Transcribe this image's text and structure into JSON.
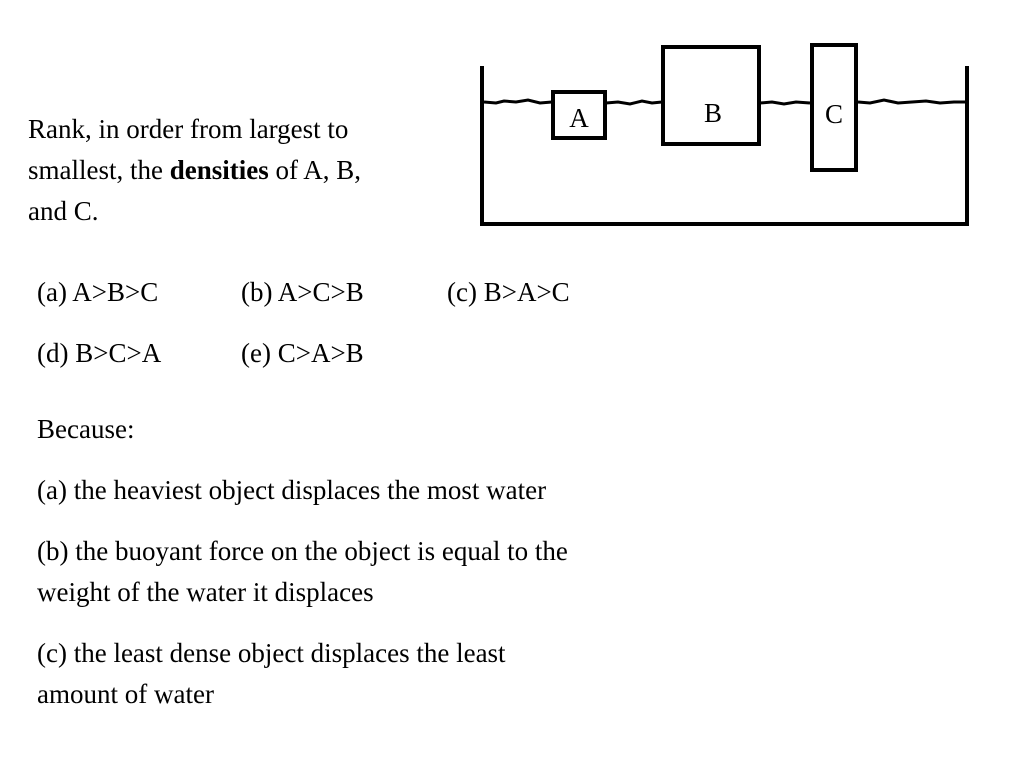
{
  "question": {
    "line1": "Rank, in order from largest to",
    "line2_before": "smallest, the ",
    "line2_bold": "densities",
    "line2_after": " of A, B,",
    "line3": "and C."
  },
  "diagram": {
    "labels": {
      "a": "A",
      "b": "B",
      "c": "C"
    }
  },
  "answers": [
    "(a) A>B>C",
    "(b) A>C>B",
    "(c) B>A>C",
    "(d) B>C>A",
    "(e) C>A>B"
  ],
  "because": {
    "heading": "Because:",
    "reason_a": "(a) the heaviest object displaces the most water",
    "reason_b_line1": "(b) the buoyant force on the object is equal to the",
    "reason_b_line2": "weight of the water it displaces",
    "reason_c_line1": "(c) the least dense object displaces the least",
    "reason_c_line2": "amount of water"
  }
}
